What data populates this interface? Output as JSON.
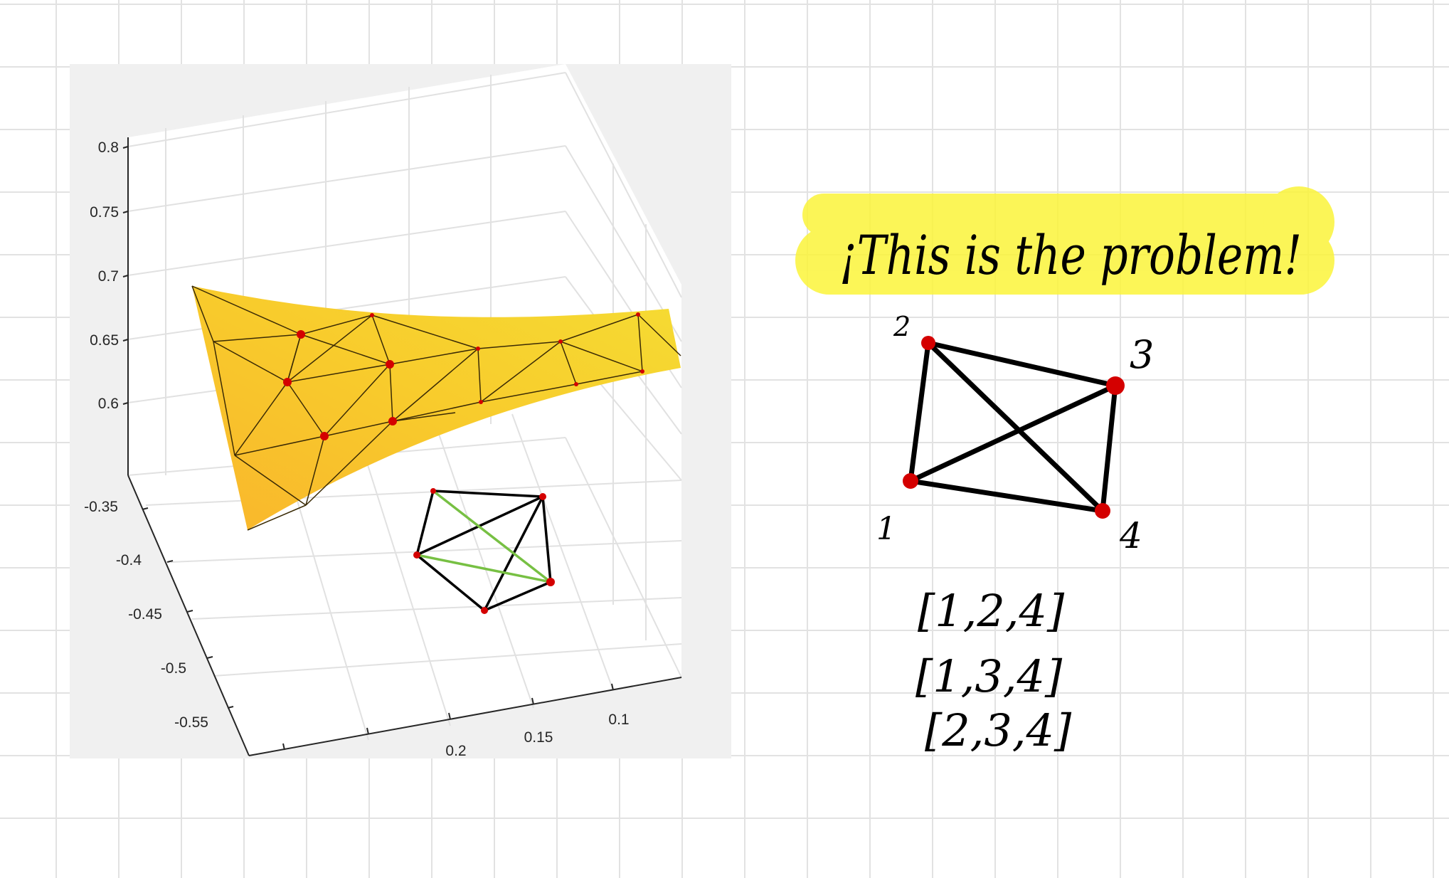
{
  "plot": {
    "z_ticks": [
      "0.8",
      "0.75",
      "0.7",
      "0.65",
      "0.6"
    ],
    "y_ticks": [
      "-0.35",
      "-0.4",
      "-0.45",
      "-0.5",
      "-0.55"
    ],
    "x_ticks": [
      "0.2",
      "0.15",
      "0.1"
    ],
    "surface_color": "#f6c51a",
    "node_color": "#d40000",
    "highlight_edge_color": "#77c043"
  },
  "annotation": {
    "title": "¡This is the problem!",
    "highlight_color": "#fbf43a",
    "vertex_labels": [
      "1",
      "2",
      "3",
      "4"
    ],
    "triangles": [
      "[1,2,4]",
      "[1,3,4]",
      "[2,3,4]"
    ]
  }
}
